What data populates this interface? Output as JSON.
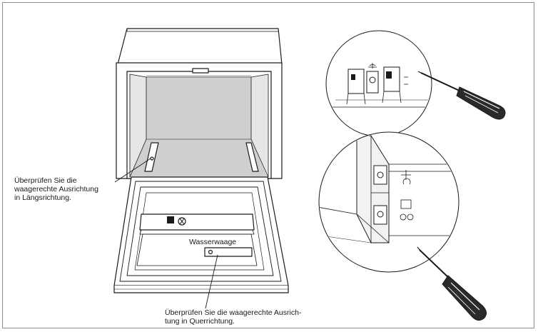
{
  "labels": {
    "longitudinal": "Überprüfen Sie die\nwaagerechte Ausrichtung\nin Längsrichtung.",
    "cross": "Überprüfen Sie die waagerechte Ausrich-\ntung in Querrichtung.",
    "level": "Wasserwaage"
  },
  "colors": {
    "line": "#1a1a1a",
    "interior": "#cfcfcf",
    "frame": "#8c8c8c",
    "screwdriver_handle": "#2a2a2a"
  }
}
